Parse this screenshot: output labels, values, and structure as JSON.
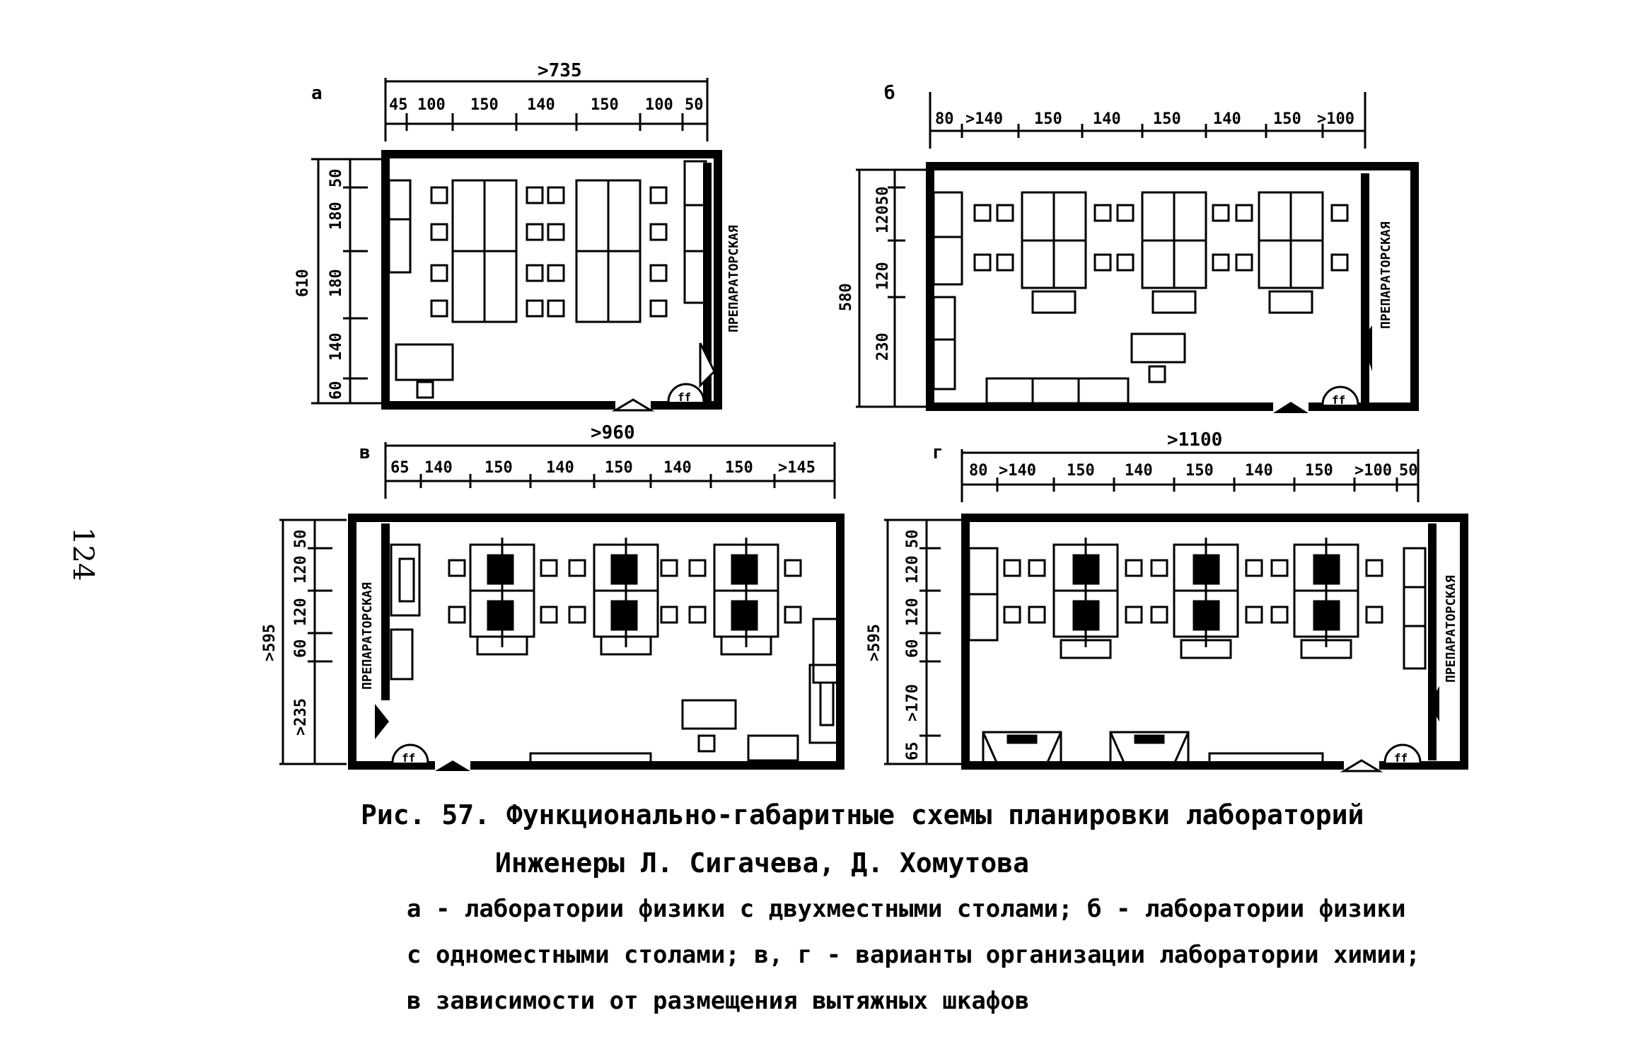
{
  "page_number": "124",
  "caption": {
    "title": "Рис. 57. Функционально-габаритные схемы планировки лабораторий",
    "authors": "Инженеры Л. Сигачева, Д. Хомутова",
    "line1": "а - лаборатории физики с двухместными столами; б - лаборатории физики",
    "line2": "с одноместными столами; в, г - варианты организации лаборатории химии;",
    "line3": "в зависимости от размещения вытяжных шкафов"
  },
  "plans": [
    {
      "id": "a",
      "label": "а",
      "total": ">735",
      "dims_top": [
        "45",
        "100",
        "150",
        "140",
        "150",
        "100",
        "50"
      ],
      "overall_side": "610",
      "dims_side": [
        "50",
        "180",
        "180",
        "140",
        "60"
      ],
      "room_label": "ПРЕПАРАТОРСКАЯ"
    },
    {
      "id": "b",
      "label": "б",
      "dims_top": [
        "80",
        ">140",
        "150",
        "140",
        "150",
        "140",
        "150",
        ">100"
      ],
      "overall_side": "580",
      "dims_side": [
        "50",
        "120",
        "120",
        "230"
      ],
      "room_label": "ПРЕПАРАТОРСКАЯ"
    },
    {
      "id": "v",
      "label": "в",
      "total": ">960",
      "dims_top": [
        "65",
        "140",
        "150",
        "140",
        "150",
        "140",
        "150",
        ">145"
      ],
      "overall_side": ">595",
      "dims_side": [
        "50",
        "120",
        "120",
        "60",
        ">235"
      ],
      "room_label": "ПРЕПАРАТОРСКАЯ"
    },
    {
      "id": "g",
      "label": "г",
      "total": ">1100",
      "dims_top": [
        "80",
        ">140",
        "150",
        "140",
        "150",
        "140",
        "150",
        ">100",
        "50"
      ],
      "overall_side": ">595",
      "dims_side": [
        "50",
        "120",
        "120",
        "60",
        ">170",
        "65"
      ],
      "room_label": "ПРЕПАРАТОРСКАЯ"
    }
  ]
}
